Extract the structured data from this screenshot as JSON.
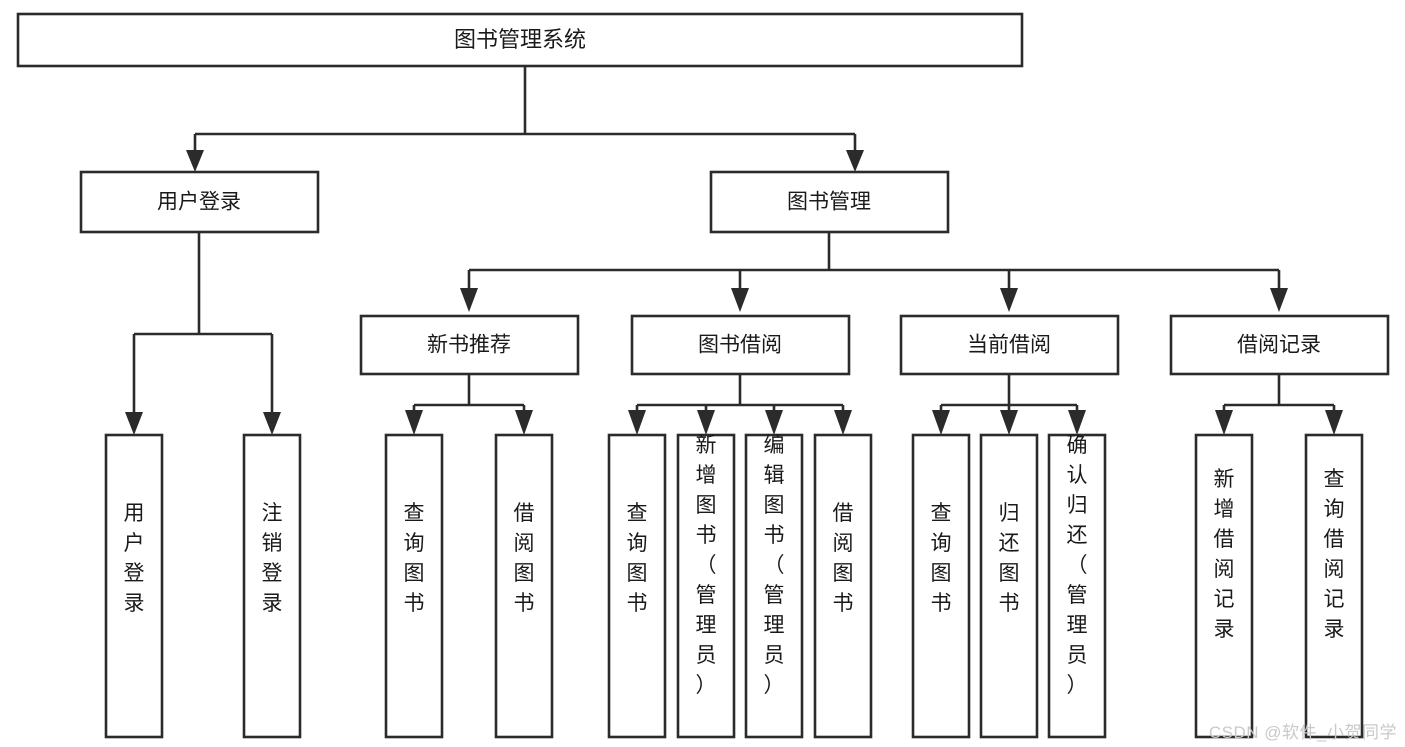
{
  "diagram": {
    "type": "hierarchy-tree",
    "title": "图书管理系统",
    "watermark": "CSDN @软件_小贺同学",
    "colors": {
      "stroke": "#2b2b2b",
      "fill": "#ffffff",
      "text": "#1a1a1a",
      "watermark": "#c9c9c9"
    },
    "root": {
      "label": "图书管理系统"
    },
    "level2": [
      {
        "label": "用户登录"
      },
      {
        "label": "图书管理"
      }
    ],
    "level3": [
      {
        "label": "新书推荐"
      },
      {
        "label": "图书借阅"
      },
      {
        "label": "当前借阅"
      },
      {
        "label": "借阅记录"
      }
    ],
    "leaves": {
      "user_login": [
        {
          "label": "用户登录"
        },
        {
          "label": "注销登录"
        }
      ],
      "new_books": [
        {
          "label": "查询图书"
        },
        {
          "label": "借阅图书"
        }
      ],
      "book_borrow": [
        {
          "label": "查询图书"
        },
        {
          "label": "新增图书（管理员）"
        },
        {
          "label": "编辑图书（管理员）"
        },
        {
          "label": "借阅图书"
        }
      ],
      "current_borrow": [
        {
          "label": "查询图书"
        },
        {
          "label": "归还图书"
        },
        {
          "label": "确认归还（管理员）"
        }
      ],
      "borrow_records": [
        {
          "label": "新增借阅记录"
        },
        {
          "label": "查询借阅记录"
        }
      ]
    }
  }
}
